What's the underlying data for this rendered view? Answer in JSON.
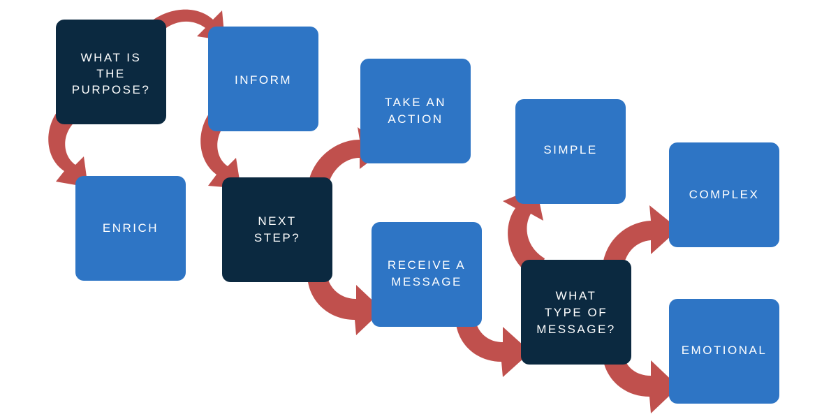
{
  "colors": {
    "question_box": "#0b2940",
    "answer_box": "#2e75c5",
    "arrow": "#c0504d",
    "text": "#ffffff"
  },
  "nodes": {
    "purpose": {
      "lines": [
        "WHAT IS",
        "THE",
        "PURPOSE?"
      ]
    },
    "inform": {
      "lines": [
        "INFORM"
      ]
    },
    "enrich": {
      "lines": [
        "ENRICH"
      ]
    },
    "next_step": {
      "lines": [
        "NEXT",
        "STEP?"
      ]
    },
    "take_action": {
      "lines": [
        "TAKE AN",
        "ACTION"
      ]
    },
    "receive_message": {
      "lines": [
        "RECEIVE A",
        "MESSAGE"
      ]
    },
    "message_type": {
      "lines": [
        "WHAT",
        "TYPE OF",
        "MESSAGE?"
      ]
    },
    "simple": {
      "lines": [
        "SIMPLE"
      ]
    },
    "complex": {
      "lines": [
        "COMPLEX"
      ]
    },
    "emotional": {
      "lines": [
        "EMOTIONAL"
      ]
    }
  }
}
